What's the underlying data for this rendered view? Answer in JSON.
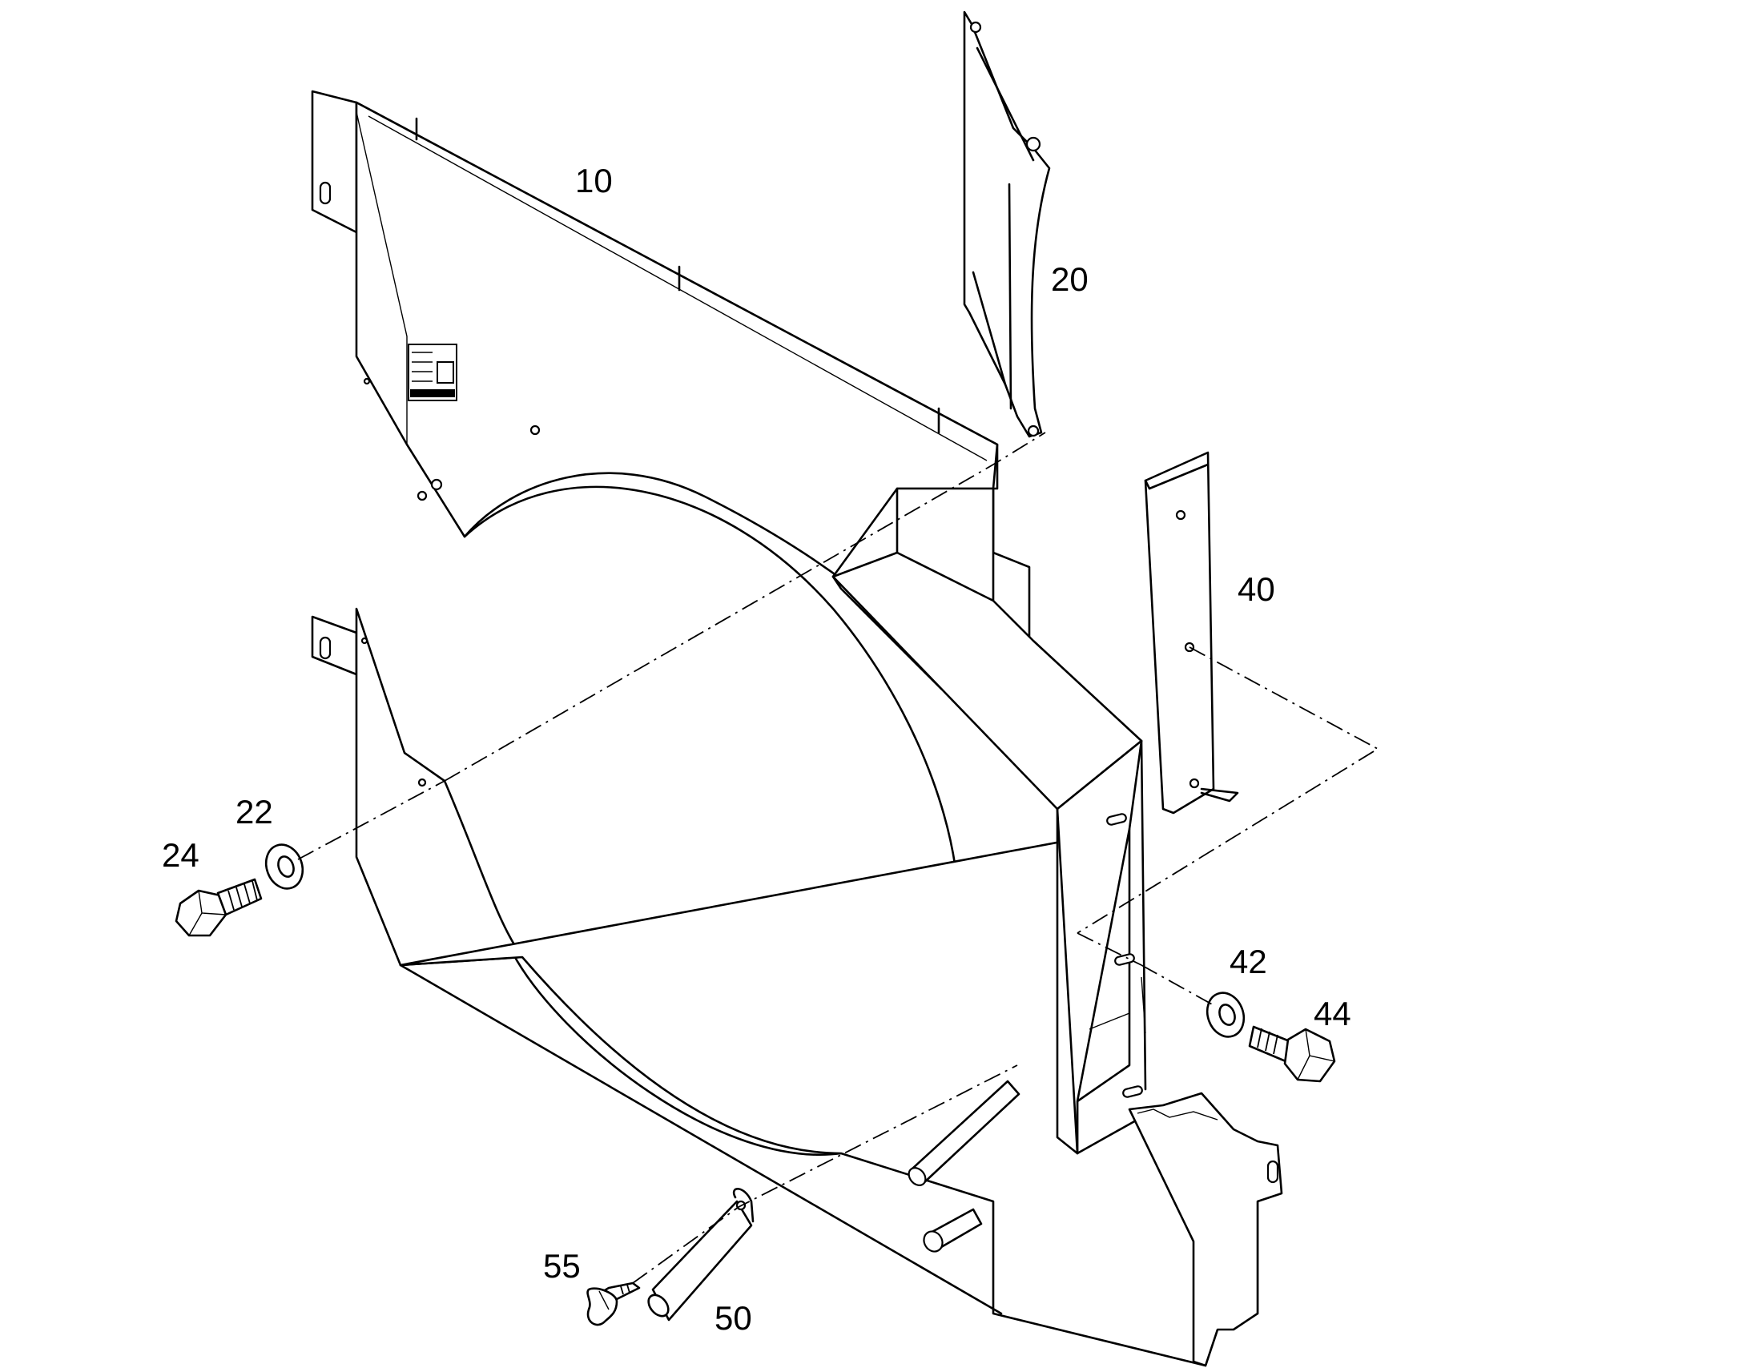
{
  "callouts": {
    "c10": "10",
    "c20": "20",
    "c22": "22",
    "c24": "24",
    "c40": "40",
    "c42": "42",
    "c44": "44",
    "c50": "50",
    "c55": "55"
  },
  "colors": {
    "line": "#000000",
    "background": "#ffffff"
  }
}
